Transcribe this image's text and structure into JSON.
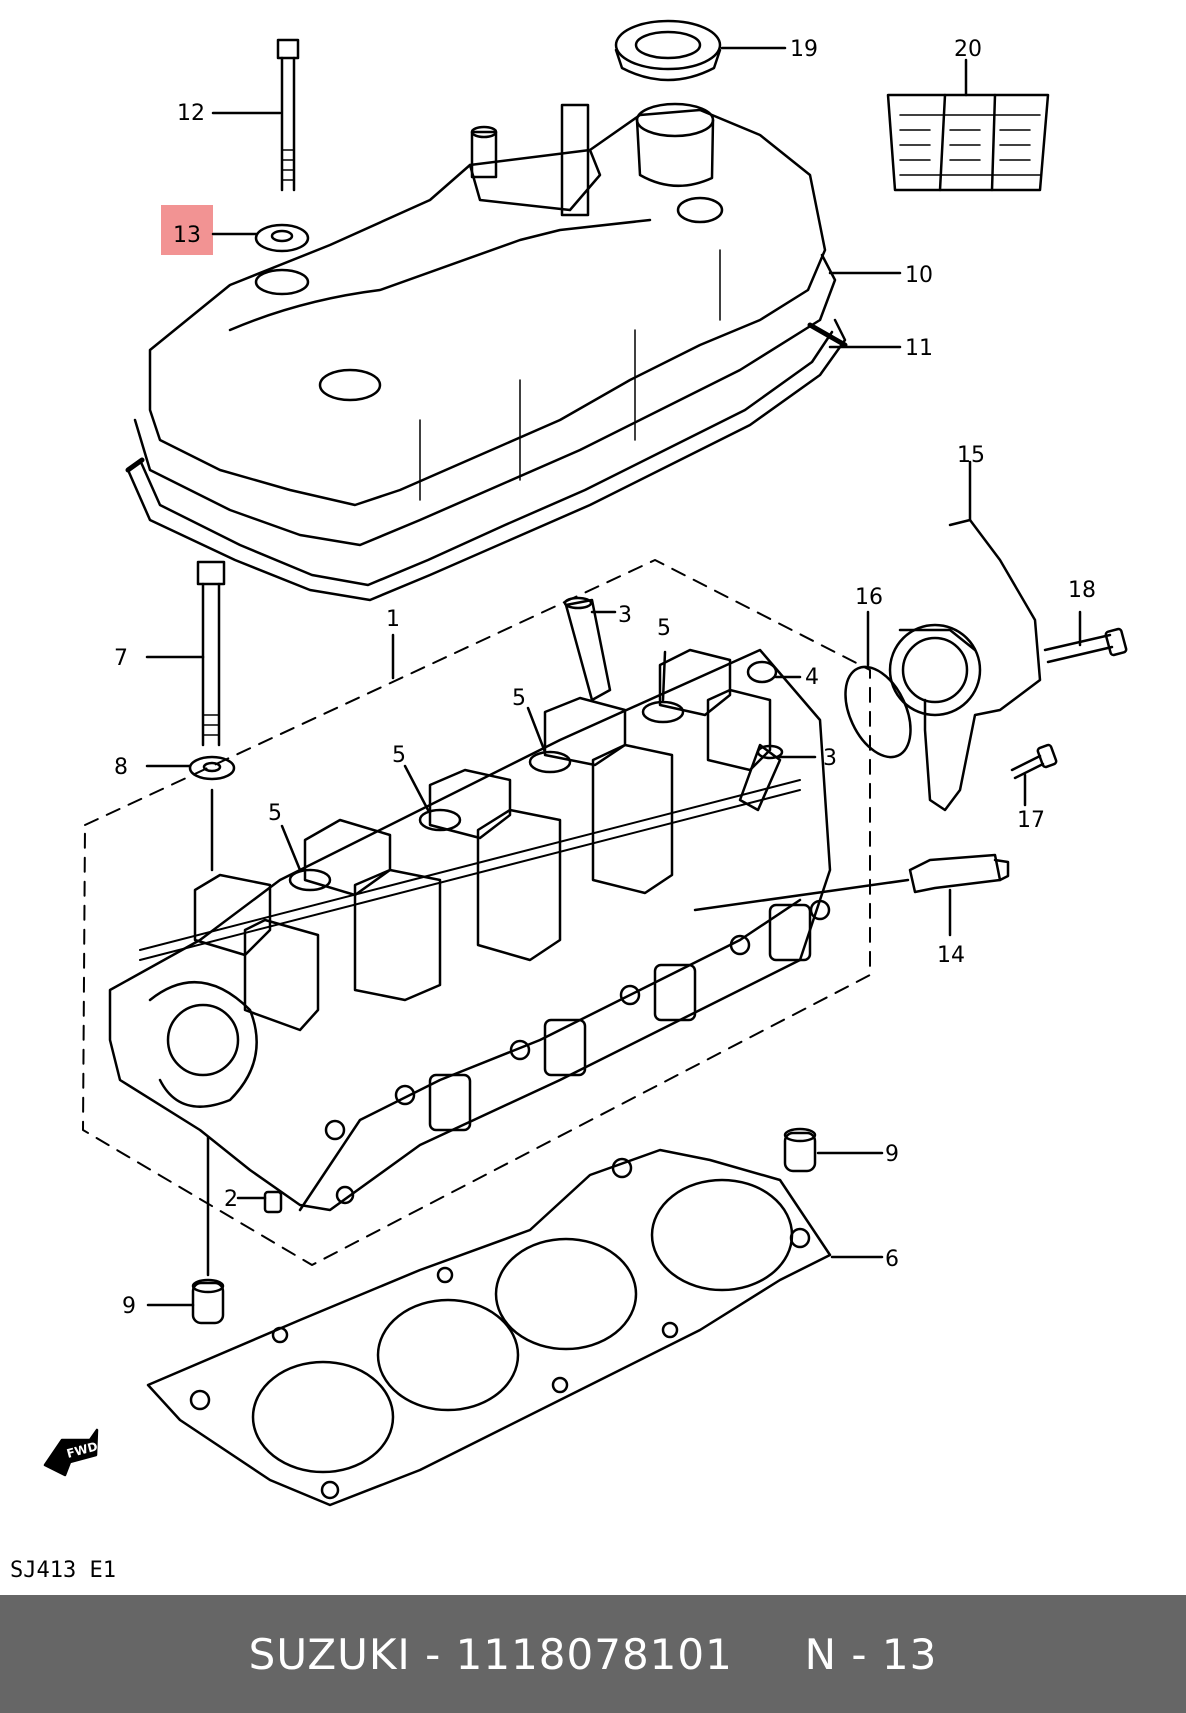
{
  "callouts": {
    "c1": "1",
    "c2": "2",
    "c3a": "3",
    "c3b": "3",
    "c4": "4",
    "c5a": "5",
    "c5b": "5",
    "c5c": "5",
    "c5d": "5",
    "c6": "6",
    "c7": "7",
    "c8": "8",
    "c9a": "9",
    "c9b": "9",
    "c10": "10",
    "c11": "11",
    "c12": "12",
    "c13": "13",
    "c14": "14",
    "c15": "15",
    "c16": "16",
    "c17": "17",
    "c18": "18",
    "c19": "19",
    "c20": "20"
  },
  "highlight": {
    "part": "13",
    "color": "#f08080"
  },
  "diagram_code": "SJ413 E1",
  "fwd_label": "FWD",
  "footer": {
    "text": "SUZUKI - 1118078101     N - 13"
  },
  "colors": {
    "footer_bg": "#666666",
    "line": "#000000"
  }
}
